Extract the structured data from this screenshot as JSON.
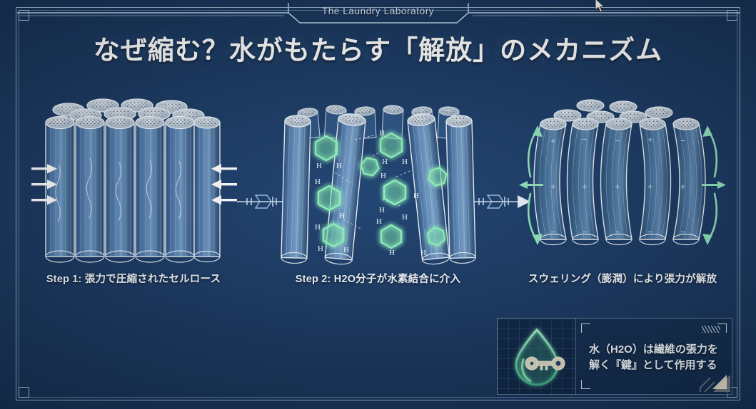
{
  "slide": {
    "brand": "The Laundry Laboratory",
    "title": "なぜ縮む？水がもたらす「解放」のメカニズム",
    "background_color": "#1b3a63",
    "accent_color": "#7fe0b0",
    "line_color": "#cfe2f2"
  },
  "steps": [
    {
      "id": "step-1",
      "caption": "Step 1: 張力で圧縮されたセルロース",
      "art": "compressed-cellulose-fibers",
      "arrows": "inward-compression",
      "arrow_color": "#ffffff"
    },
    {
      "id": "step-2",
      "caption": "Step 2: H2O分子が水素結合に介入",
      "art": "water-molecules-between-fibers",
      "molecule_label": "H",
      "molecule_color": "#7fe0a8"
    },
    {
      "id": "step-3",
      "caption": "スウェリング（膨潤）により張力が解放",
      "art": "swollen-curved-fibers",
      "arrows": "outward-expansion",
      "arrow_color": "#8fe3bc",
      "charge_marks": [
        "+",
        "-"
      ]
    }
  ],
  "connectors": [
    {
      "id": "connector-1",
      "label": "arrow-right"
    },
    {
      "id": "connector-2",
      "label": "arrow-right"
    }
  ],
  "callout": {
    "icon": "water-drop-key-icon",
    "text": "水（H2O）は繊維の張力を解く『鍵』として作用する"
  }
}
